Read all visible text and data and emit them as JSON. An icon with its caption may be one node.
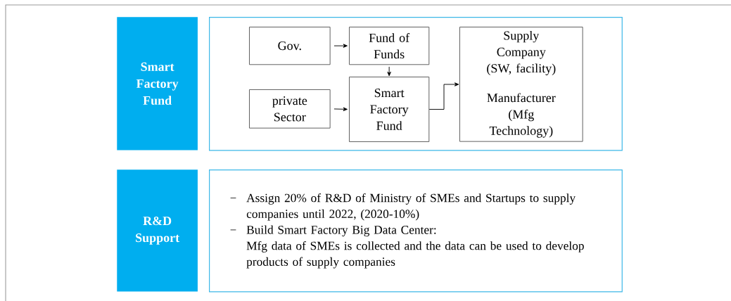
{
  "diagram": {
    "nodes": [
      {
        "text": [
          "Smart Factory Fund"
        ]
      },
      {
        "text": [],
        "shape": "box"
      },
      {
        "text": [
          "Gov."
        ],
        "in": 1
      },
      {
        "text": [
          "Fund of Funds"
        ],
        "in": 1
      },
      {
        "text": [
          "private Sector"
        ],
        "in": 1
      },
      {
        "text": [
          "Smart Factory Fund"
        ],
        "in": 1
      },
      {
        "text": [
          "Supply Company (SW, facility)",
          "Manufacturer (Mfg Technology)"
        ],
        "in": 1
      },
      {
        "text": [
          "R&D Support"
        ]
      },
      {
        "text": [
          "Assign 20% of R&D of Ministry of SMEs and Startups to supply companies until 2022, (2020-10%)",
          "Build Smart Factory Big Data Center:",
          "Mfg data of SMEs is collected and the data can be used to develop products of supply companies"
        ]
      }
    ],
    "edges": [
      {
        "from": 2,
        "to": 3,
        "arrow": "to"
      },
      {
        "from": 3,
        "to": 5,
        "arrow": "to"
      },
      {
        "from": 4,
        "to": 5,
        "arrow": "to"
      },
      {
        "from": 5,
        "to": 6,
        "arrow": "to"
      }
    ]
  }
}
